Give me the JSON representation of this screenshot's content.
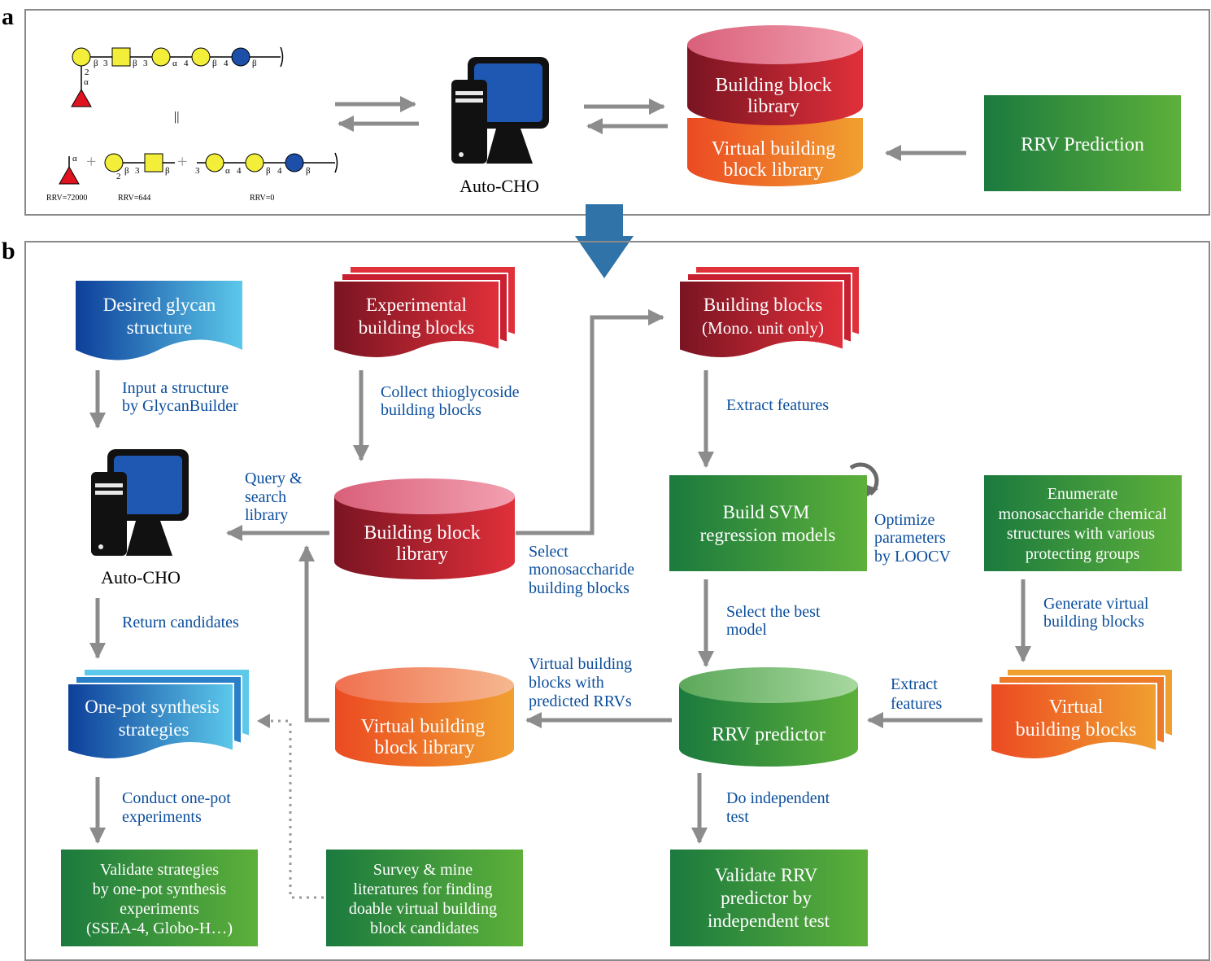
{
  "panel_a": {
    "label": "a",
    "glycan_top": {
      "links": [
        "β",
        "3",
        "β",
        "3",
        "α",
        "4",
        "β",
        "4",
        "β"
      ],
      "fuc_link_num": "2",
      "fuc_link_alpha": "α",
      "equals": "||"
    },
    "glycan_bottom": {
      "alpha": "α",
      "plus": "+",
      "plus2": "+",
      "links_mid": [
        "2",
        "β",
        "3",
        "β"
      ],
      "links_right": [
        "3",
        "α",
        "4",
        "β",
        "4",
        "β"
      ]
    },
    "rrv_labels": [
      "RRV=72000",
      "RRV=644",
      "RRV=0"
    ],
    "computer_label": "Auto-CHO",
    "db_top": [
      "Building block",
      "library"
    ],
    "db_bottom": [
      "Virtual building",
      "block library"
    ],
    "rrv_box": "RRV Prediction"
  },
  "panel_b": {
    "label": "b",
    "desired": [
      "Desired glycan",
      "structure"
    ],
    "experimental": [
      "Experimental",
      "building blocks"
    ],
    "bb_mono": [
      "Building blocks",
      "(Mono. unit only)"
    ],
    "input_struct": [
      "Input a structure",
      "by GlycanBuilder"
    ],
    "collect": [
      "Collect thioglycoside",
      "building blocks"
    ],
    "extract1": "Extract features",
    "query": [
      "Query &",
      "search",
      "library"
    ],
    "auto_cho": "Auto-CHO",
    "bb_library": [
      "Building block",
      "library"
    ],
    "select_mono": [
      "Select",
      "monosaccharide",
      "building blocks"
    ],
    "svm": [
      "Build SVM",
      "regression models"
    ],
    "optimize": [
      "Optimize",
      "parameters",
      "by LOOCV"
    ],
    "enumerate": [
      "Enumerate",
      "monosaccharide chemical",
      "structures with various",
      "protecting groups"
    ],
    "return_cand": "Return candidates",
    "select_best": [
      "Select the best",
      "model"
    ],
    "generate": [
      "Generate virtual",
      "building blocks"
    ],
    "onepot": [
      "One-pot synthesis",
      "strategies"
    ],
    "virtual_lib": [
      "Virtual building",
      "block library"
    ],
    "vbb_pred": [
      "Virtual building",
      "blocks with",
      "predicted RRVs"
    ],
    "rrv_predictor": "RRV predictor",
    "extract2": [
      "Extract",
      "features"
    ],
    "virtual_bb": [
      "Virtual",
      "building blocks"
    ],
    "conduct": [
      "Conduct one-pot",
      "experiments"
    ],
    "do_test": [
      "Do independent",
      "test"
    ],
    "validate_strat": [
      "Validate strategies",
      "by one-pot synthesis",
      "experiments",
      "(SSEA-4, Globo-H…)"
    ],
    "survey": [
      "Survey & mine",
      "literatures for finding",
      "doable virtual building",
      "block candidates"
    ],
    "validate_rrv": [
      "Validate RRV",
      "predictor by",
      "independent test"
    ]
  }
}
